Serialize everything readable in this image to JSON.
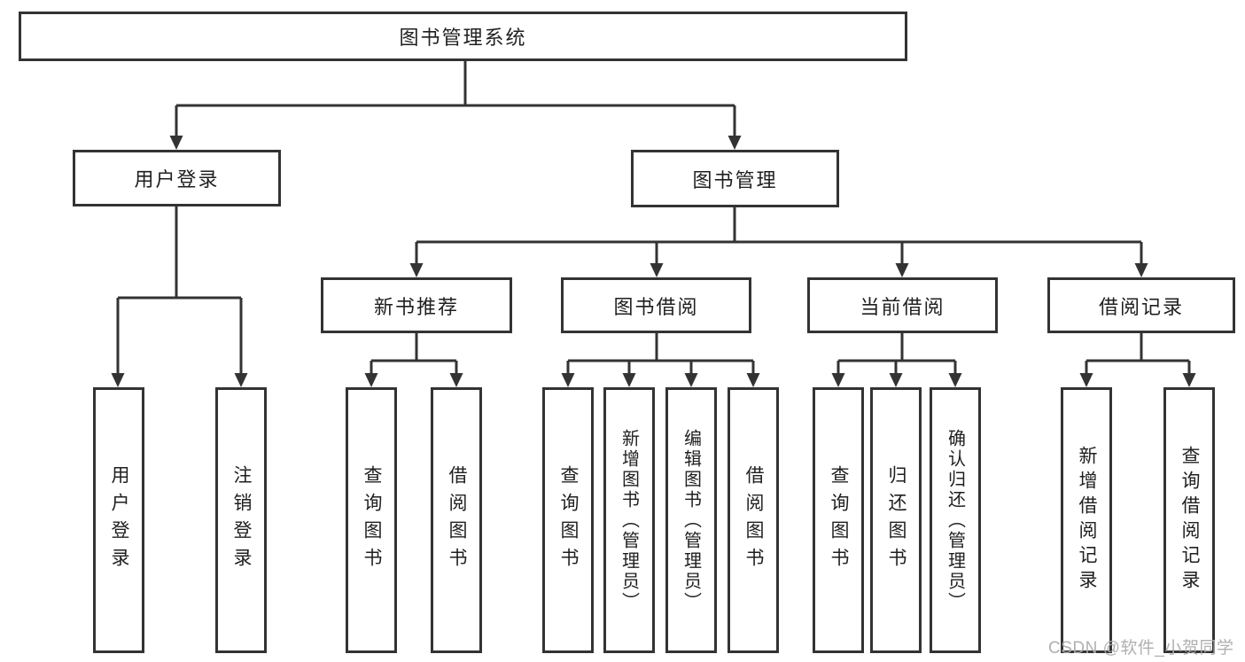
{
  "diagram": {
    "root": {
      "label": "图书管理系统"
    },
    "branches": [
      {
        "label": "用户登录",
        "children": [
          {
            "label": "用户登录"
          },
          {
            "label": "注销登录"
          }
        ]
      },
      {
        "label": "图书管理",
        "children": [
          {
            "label": "新书推荐",
            "children": [
              {
                "label": "查询图书"
              },
              {
                "label": "借阅图书"
              }
            ]
          },
          {
            "label": "图书借阅",
            "children": [
              {
                "label": "查询图书"
              },
              {
                "label": "新增图书（管理员）"
              },
              {
                "label": "编辑图书（管理员）"
              },
              {
                "label": "借阅图书"
              }
            ]
          },
          {
            "label": "当前借阅",
            "children": [
              {
                "label": "查询图书"
              },
              {
                "label": "归还图书"
              },
              {
                "label": "确认归还（管理员）"
              }
            ]
          },
          {
            "label": "借阅记录",
            "children": [
              {
                "label": "新增借阅记录"
              },
              {
                "label": "查询借阅记录"
              }
            ]
          }
        ]
      }
    ]
  },
  "watermark": {
    "text": "CSDN @软件_小贺同学"
  },
  "colors": {
    "line": "#333333",
    "box_border": "#333333",
    "text": "#1f1f1f",
    "watermark": "#acacac",
    "background": "#ffffff"
  }
}
